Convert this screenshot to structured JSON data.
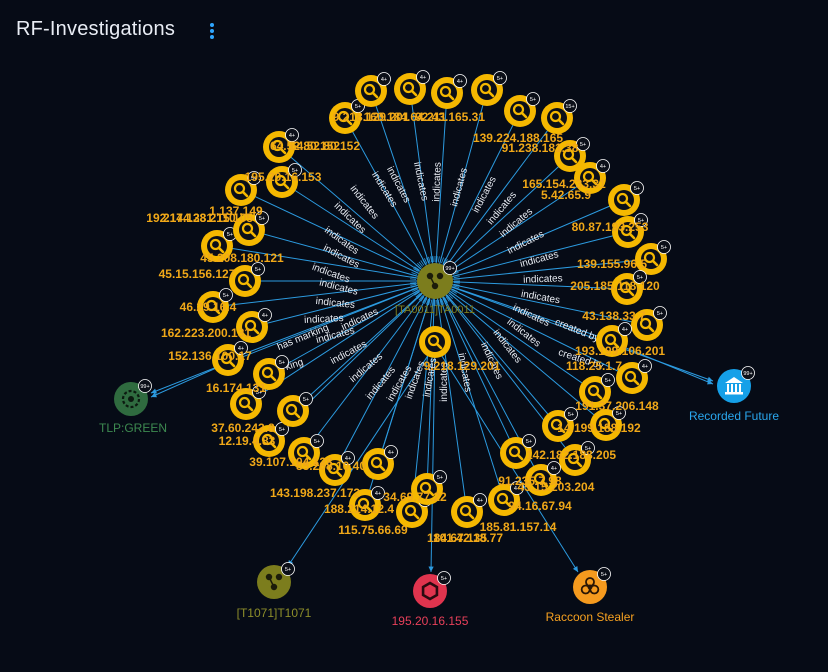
{
  "app": {
    "title": "RF-Investigations",
    "menu_icon": "kebab-vertical-icon"
  },
  "colors": {
    "background": "#060b16",
    "edge": "#2c9be0",
    "indicator": "#f5b800",
    "indicator_label": "#f0a818",
    "tlp_green": "#2f6b3f",
    "technique": "#7c7d1d",
    "malware": "#e0344e",
    "recorded_future": "#15a0e8",
    "raccoon": "#f59a1e"
  },
  "graph": {
    "center": {
      "label": "[TA0011]TA0011",
      "badge": "99+",
      "icon": "attack-pattern-icon"
    },
    "edge_labels": {
      "indicates": "indicates",
      "created_by": "created by",
      "has_marking": "has marking"
    },
    "indicators": [
      {
        "label": "64.52.80.152",
        "badge": "5+"
      },
      {
        "label": "9.218.129.201",
        "badge": "4+"
      },
      {
        "label": "160.184.64.211",
        "badge": "4+"
      },
      {
        "label": "92.43.165.31",
        "badge": "4+"
      },
      {
        "label": "139.224.188.165",
        "badge": "5+"
      },
      {
        "label": "91.238.181.38",
        "badge": "5+"
      },
      {
        "label": "165.154.233.31",
        "badge": "15+"
      },
      {
        "label": "5.42.65.9",
        "badge": "5+"
      },
      {
        "label": "80.87.193.253",
        "badge": "4+"
      },
      {
        "label": "139.155.96.5",
        "badge": "5+"
      },
      {
        "label": "205.185.118.120",
        "badge": "5+"
      },
      {
        "label": "43.138.33.7",
        "badge": "5+"
      },
      {
        "label": "193.199.106.201",
        "badge": "5+"
      },
      {
        "label": "118.25.1.7",
        "badge": "5+"
      },
      {
        "label": "191.37.206.148",
        "badge": "4+"
      },
      {
        "label": "14.199.188.192",
        "badge": "4+"
      },
      {
        "label": "142.182.188.205",
        "badge": "5+"
      },
      {
        "label": "45.15.203.204",
        "badge": "5+"
      },
      {
        "label": "91.235.7.98",
        "badge": "5+"
      },
      {
        "label": "94.16.67.94",
        "badge": "5+"
      },
      {
        "label": "185.81.157.14",
        "badge": "5+"
      },
      {
        "label": "101.42.18.77",
        "badge": "4+"
      },
      {
        "label": "184.67.135",
        "badge": "4+"
      },
      {
        "label": "34.69.77.22",
        "badge": "4+"
      },
      {
        "label": "115.75.66.69",
        "badge": "4+"
      },
      {
        "label": "188.214.12.4",
        "badge": "5+"
      },
      {
        "label": "143.198.237.172",
        "badge": "4+"
      },
      {
        "label": "85.208.10.40",
        "badge": "4+"
      },
      {
        "label": "39.107.104.128",
        "badge": "4+"
      },
      {
        "label": "12.19.4.83",
        "badge": "5+"
      },
      {
        "label": "37.60.242.8",
        "badge": "5+"
      },
      {
        "label": "16.174.131",
        "badge": "5+"
      },
      {
        "label": "152.136.100.17",
        "badge": "5+"
      },
      {
        "label": "162.223.200.131",
        "badge": "5+"
      },
      {
        "label": "46.29.16.4",
        "badge": "4+"
      },
      {
        "label": "45.208.180.121",
        "badge": "4+"
      },
      {
        "label": "45.15.156.127",
        "badge": "5+"
      },
      {
        "label": "192.144.231.110",
        "badge": "5+"
      },
      {
        "label": "217.138.215.105",
        "badge": "5+"
      },
      {
        "label": "1.137.149",
        "badge": "5+"
      },
      {
        "label": "195.20.16.153",
        "badge": "5+"
      }
    ],
    "entities": [
      {
        "key": "tlp",
        "label": "TLP:GREEN",
        "badge": "99+",
        "icon": "marking-definition-icon"
      },
      {
        "key": "rf",
        "label": "Recorded Future",
        "badge": "99+",
        "icon": "organization-building-icon"
      },
      {
        "key": "t1071",
        "label": "[T1071]T1071",
        "badge": "5+",
        "icon": "attack-pattern-icon"
      },
      {
        "key": "ip",
        "label": "195.20.16.155",
        "badge": "5+",
        "icon": "hexagon-ip-icon"
      },
      {
        "key": "raccoon",
        "label": "Raccoon Stealer",
        "badge": "5+",
        "icon": "biohazard-malware-icon"
      }
    ]
  }
}
